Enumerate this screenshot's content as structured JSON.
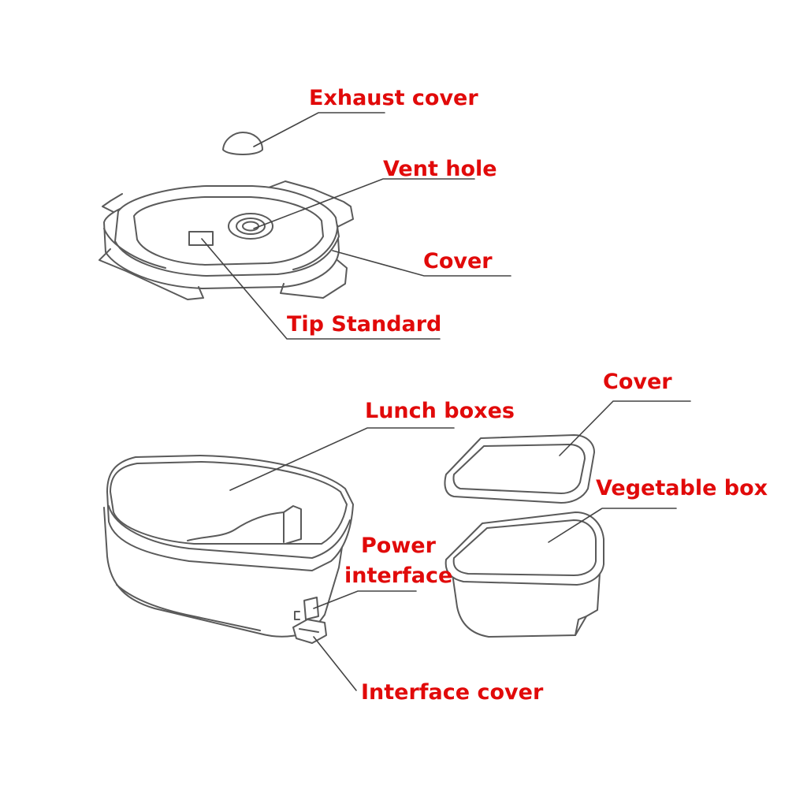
{
  "colors": {
    "label": "#e10a0a",
    "line": "#5a5a5a",
    "leader": "#444444"
  },
  "labels": {
    "exhaust_cover": "Exhaust cover",
    "vent_hole": "Vent hole",
    "cover_top": "Cover",
    "tip_standard": "Tip Standard",
    "lunch_boxes": "Lunch boxes",
    "cover_small": "Cover",
    "vegetable_box": "Vegetable box",
    "power_interface_line1": "Power",
    "power_interface_line2": "interface",
    "interface_cover": "Interface cover"
  }
}
